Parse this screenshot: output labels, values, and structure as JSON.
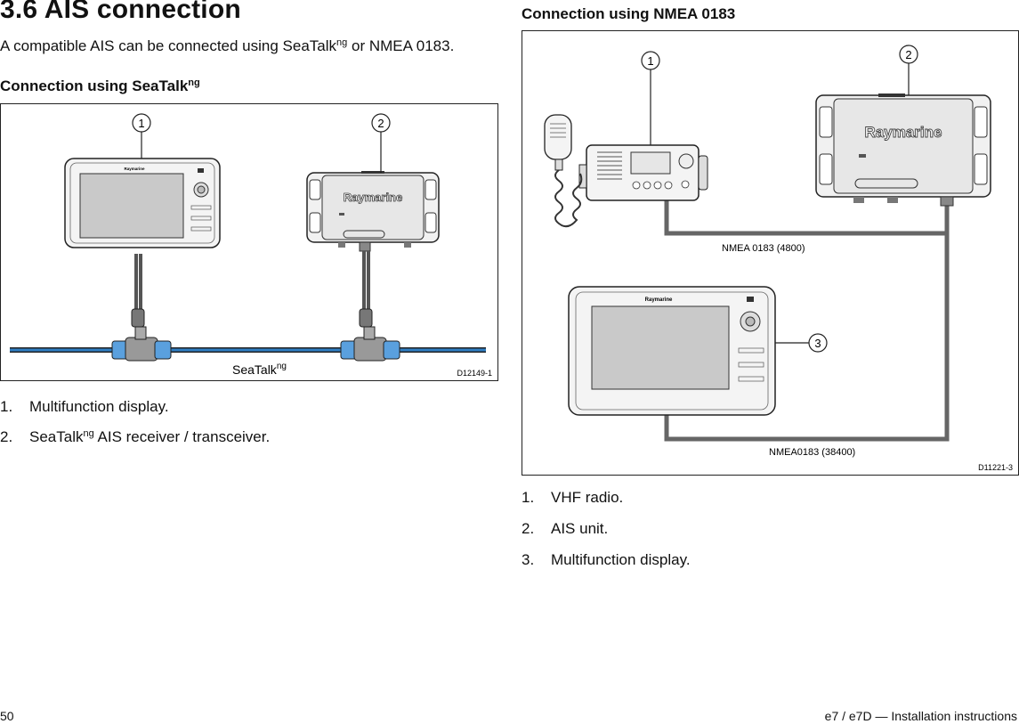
{
  "section": {
    "title": "3.6 AIS connection",
    "intro_prefix": "A compatible AIS can be connected using SeaTalk",
    "intro_ng": "ng",
    "intro_suffix": " or NMEA 0183."
  },
  "left": {
    "heading_prefix": "Connection using SeaTalk",
    "heading_ng": "ng",
    "figure": {
      "callouts": [
        "1",
        "2"
      ],
      "bus_label_prefix": "SeaTalk",
      "bus_label_ng": "ng",
      "figure_id": "D12149-1",
      "brand": "Raymarine"
    },
    "list": [
      {
        "num": "1.",
        "text": "Multifunction display."
      },
      {
        "num": "2.",
        "text_prefix": "SeaTalk",
        "text_ng": "ng",
        "text_suffix": " AIS receiver / transceiver."
      }
    ]
  },
  "right": {
    "heading": "Connection using NMEA 0183",
    "figure": {
      "callouts": [
        "1",
        "2",
        "3"
      ],
      "cable_label_1": "NMEA 0183 (4800)",
      "cable_label_2": "NMEA0183 (38400)",
      "figure_id": "D11221-3",
      "brand": "Raymarine"
    },
    "list": [
      {
        "num": "1.",
        "text": "VHF radio."
      },
      {
        "num": "2.",
        "text": "AIS unit."
      },
      {
        "num": "3.",
        "text": "Multifunction display."
      }
    ]
  },
  "footer": {
    "page_number": "50",
    "doc_title": "e7 / e7D — Installation instructions"
  }
}
